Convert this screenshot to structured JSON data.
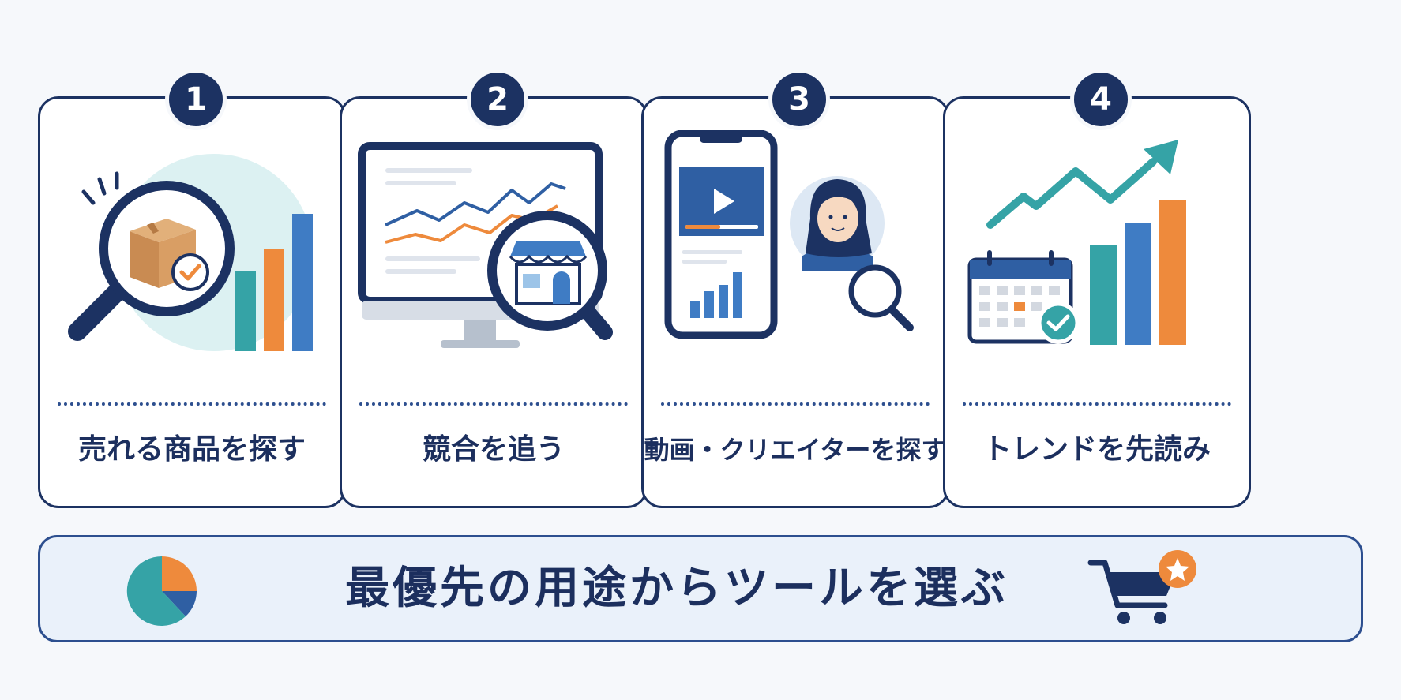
{
  "steps": [
    {
      "number": "1",
      "label": "売れる商品を探す"
    },
    {
      "number": "2",
      "label": "競合を追う"
    },
    {
      "number": "3",
      "label": "動画・クリエイターを探す"
    },
    {
      "number": "4",
      "label": "トレンドを先読み"
    }
  ],
  "banner": {
    "title": "最優先の用途からツールを選ぶ"
  },
  "colors": {
    "navy": "#1c3262",
    "blue": "#3f7cc4",
    "teal": "#35a3a6",
    "orange": "#ee8a3c",
    "light_teal": "#dcf1f2"
  },
  "icons": [
    "magnifier-box-icon",
    "bar-chart-icon",
    "monitor-chart-icon",
    "store-magnifier-icon",
    "smartphone-video-icon",
    "creator-avatar-icon",
    "trend-arrow-icon",
    "calendar-icon",
    "pie-chart-icon",
    "cart-star-icon"
  ]
}
